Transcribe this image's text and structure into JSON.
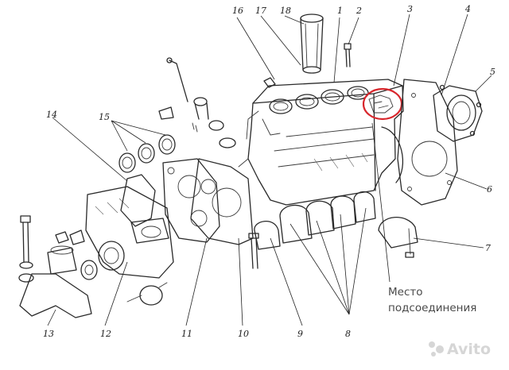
{
  "labels": {
    "l1": "1",
    "l2": "2",
    "l3": "3",
    "l4": "4",
    "l5": "5",
    "l6": "6",
    "l7": "7",
    "l8": "8",
    "l9": "9",
    "l10": "10",
    "l11": "11",
    "l12": "12",
    "l13": "13",
    "l14": "14",
    "l15": "15",
    "l16": "16",
    "l17": "17",
    "l18": "18"
  },
  "callout": {
    "line1": "Место",
    "line2": "подсоединения"
  },
  "watermark": "Avito",
  "colors": {
    "highlight": "#d8262c",
    "ink": "#2a2a2a",
    "callout_text": "#4a4a4a"
  }
}
